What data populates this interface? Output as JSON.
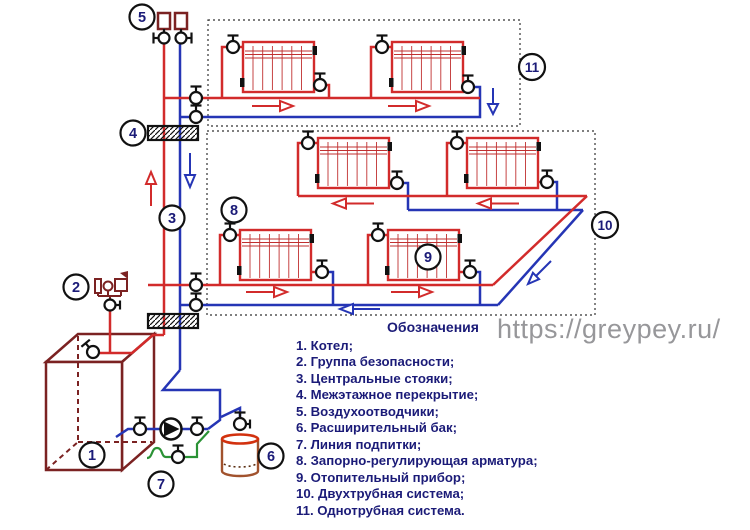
{
  "legend": {
    "title": "Обозначения",
    "items": [
      "1. Котел;",
      "2. Группа безопасности;",
      "3. Центральные стояки;",
      "4. Межэтажное перекрытие;",
      "5. Воздухоотводчики;",
      "6. Расширительный бак;",
      "7. Линия подпитки;",
      "8. Запорно-регулирующая арматура;",
      "9. Отопительный прибор;",
      "10. Двухтрубная система;",
      "11. Однотрубная система."
    ]
  },
  "watermark": "https://greypey.ru/",
  "markers": [
    "1",
    "2",
    "3",
    "4",
    "5",
    "6",
    "7",
    "8",
    "9",
    "10",
    "11"
  ],
  "colors": {
    "supply_red": "#d22b2b",
    "return_blue": "#2535b5",
    "boiler_maroon": "#7b2222",
    "makeup_green": "#2a9235",
    "tank_body_brown": "#a1522d",
    "tank_top_red": "#d2310e",
    "label_navy": "#1b1b78",
    "watermark_gray": "#97979a"
  }
}
